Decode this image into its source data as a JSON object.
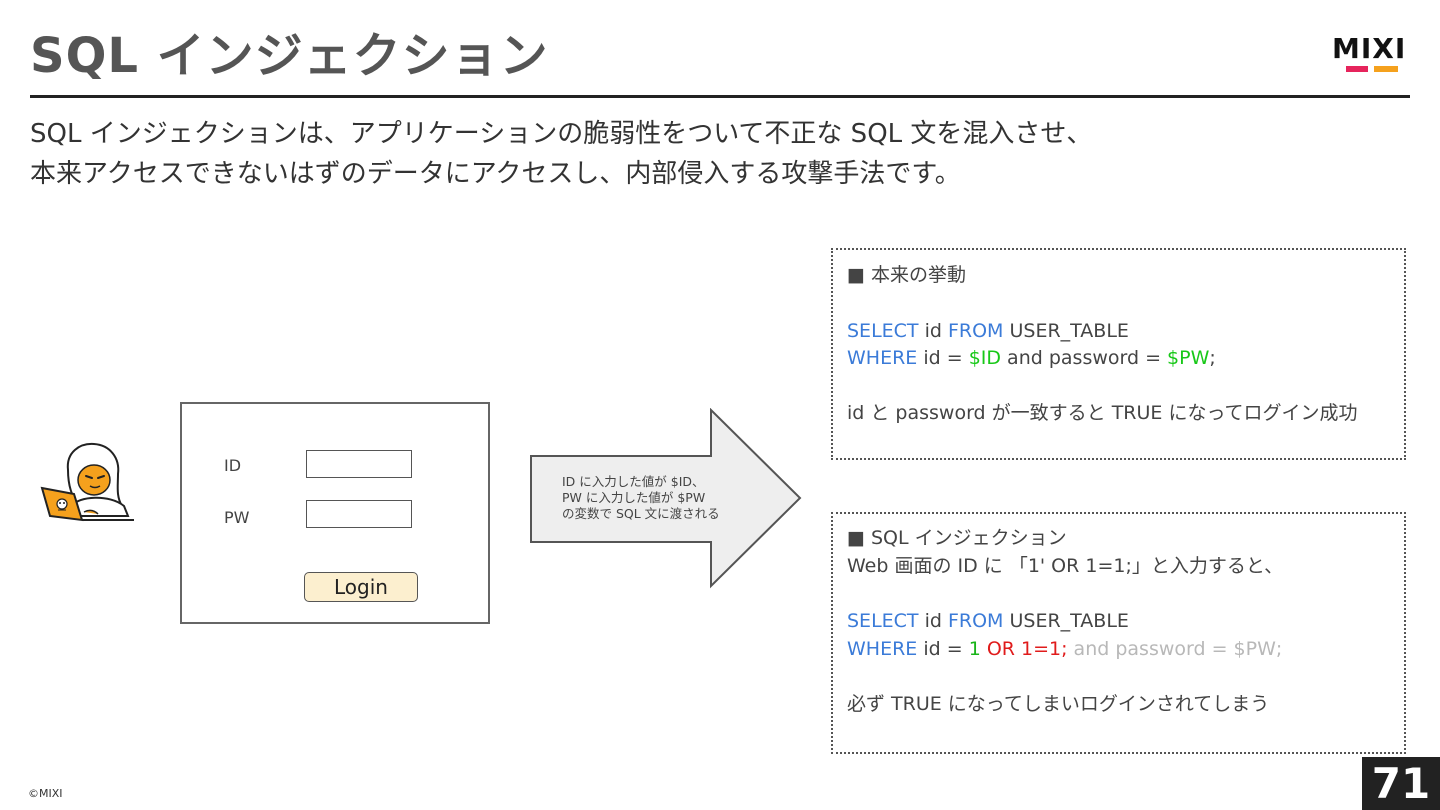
{
  "slide": {
    "title": "SQL インジェクション",
    "intro_line1": "SQL インジェクションは、アプリケーションの脆弱性をついて不正な SQL 文を混入させ、",
    "intro_line2": "本来アクセスできないはずのデータにアクセスし、内部侵入する攻撃手法です。",
    "logo_text": "MIXI",
    "copyright": "©MIXI",
    "page_number": "71"
  },
  "form": {
    "id_label": "ID",
    "pw_label": "PW",
    "login_label": "Login"
  },
  "arrow": {
    "line1": "ID に入力した値が $ID、",
    "line2": "PW に入力した値が $PW",
    "line3": "の変数で SQL 文に渡される"
  },
  "normal_panel": {
    "heading": "■ 本来の挙動",
    "select_kw": "SELECT",
    "id_text": " id ",
    "from_kw": "FROM",
    "table_text": " USER_TABLE",
    "where_kw": "WHERE",
    "where_text": " id = ",
    "id_var": "$ID",
    "and_text": " and password = ",
    "pw_var": "$PW",
    "semicolon": ";",
    "result": "id と password が一致すると TRUE になってログイン成功"
  },
  "injection_panel": {
    "heading": "■ SQL インジェクション",
    "description": "Web 画面の ID に 「1' OR 1=1;」と入力すると、",
    "select_kw": "SELECT",
    "id_text": " id ",
    "from_kw": "FROM",
    "table_text": " USER_TABLE",
    "where_kw": "WHERE",
    "where_text": " id = ",
    "one": "1",
    "or_text": " OR 1=1;",
    "rest_text": " and password = $PW;",
    "result": "必ず TRUE になってしまいログインされてしまう"
  },
  "colors": {
    "sql_keyword": "#3b7bd8",
    "variable": "#18c818",
    "injected": "#e01b1b",
    "commented_out": "#b8b8b8",
    "logo_pink": "#e6245c",
    "logo_orange": "#f5a11d",
    "button_fill": "#fcefcf"
  },
  "icons": {
    "hacker": "hooded-hacker-with-laptop-icon"
  }
}
